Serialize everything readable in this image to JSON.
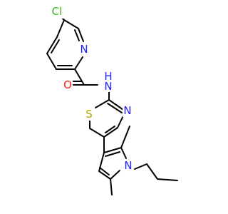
{
  "colors": {
    "bond": "#000000",
    "chlorine": "#3cb21f",
    "nitrogen": "#2020ff",
    "oxygen": "#ff2020",
    "sulfur": "#b8a800",
    "background": "#ffffff"
  },
  "atoms": {
    "cl": {
      "text": "Cl",
      "element": "chlorine"
    },
    "n_pyridine": {
      "text": "N",
      "element": "nitrogen"
    },
    "o_carbonyl": {
      "text": "O",
      "element": "oxygen"
    },
    "nh_amide": {
      "text": "N",
      "element": "nitrogen"
    },
    "h_amide": {
      "text": "H",
      "element": "nitrogen"
    },
    "s_thiazole": {
      "text": "S",
      "element": "sulfur"
    },
    "n_thiazole": {
      "text": "N",
      "element": "nitrogen"
    },
    "n_pyrrole": {
      "text": "N",
      "element": "nitrogen"
    }
  }
}
